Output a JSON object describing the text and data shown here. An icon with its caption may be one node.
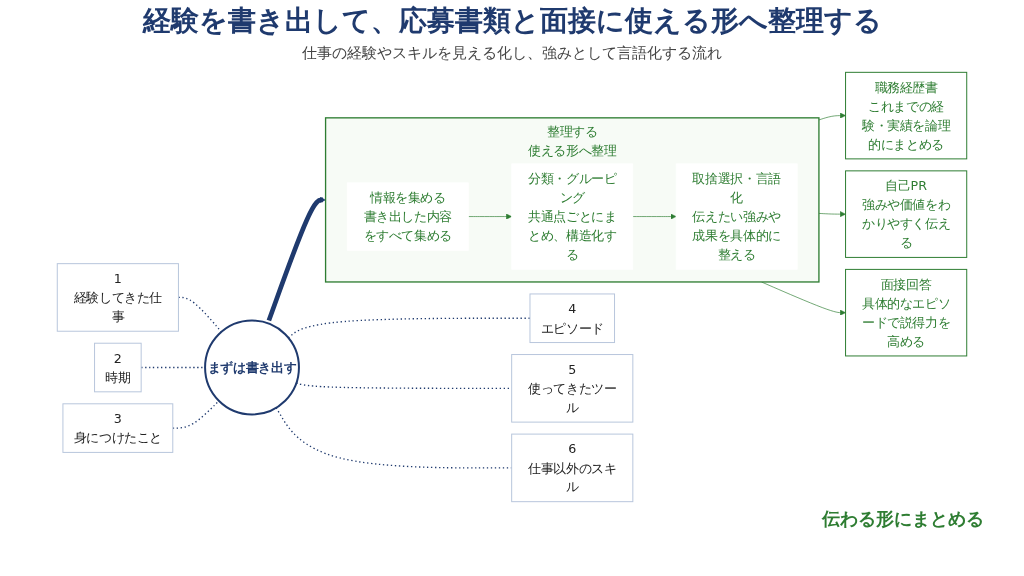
{
  "diagram": {
    "title": "経験を書き出して、応募書類と面接に使える形へ整理する",
    "nodes": [
      {
        "text": [
          "まずは書き出す"
        ]
      },
      {
        "text": [
          "1",
          "経験してきた仕事"
        ]
      },
      {
        "text": [
          "2",
          "時期"
        ]
      },
      {
        "text": [
          "3",
          "身につけたこと"
        ]
      },
      {
        "text": [
          "4",
          "エピソード"
        ]
      },
      {
        "text": [
          "5",
          "使ってきたツール"
        ]
      },
      {
        "text": [
          "6",
          "仕事以外のスキル"
        ]
      },
      {
        "text": [
          "整理する",
          "使える形へ整理"
        ]
      },
      {
        "text": [
          "情報を集める",
          "書き出した内容をすべて集める"
        ],
        "in": 7
      },
      {
        "text": [
          "分類・グルーピング",
          "共通点ごとにまとめ、構造化する"
        ],
        "in": 7
      },
      {
        "text": [
          "取捨選択・言語化",
          "伝えたい強みや成果を具体的に整える"
        ],
        "in": 7
      },
      {
        "text": [
          "職務経歴書",
          "これまでの経験・実績を論理的にまとめる"
        ]
      },
      {
        "text": [
          "自己PR",
          "強みや価値をわかりやすく伝える"
        ]
      },
      {
        "text": [
          "面接回答",
          "具体的なエピソードで説得力を高める"
        ]
      }
    ],
    "edges": [
      {
        "from": 0,
        "to": 1,
        "arrow": "none",
        "style": "dashed"
      },
      {
        "from": 0,
        "to": 2,
        "arrow": "none",
        "style": "dashed"
      },
      {
        "from": 0,
        "to": 3,
        "arrow": "none",
        "style": "dashed"
      },
      {
        "from": 0,
        "to": 4,
        "arrow": "none",
        "style": "dashed"
      },
      {
        "from": 0,
        "to": 5,
        "arrow": "none",
        "style": "dashed"
      },
      {
        "from": 0,
        "to": 6,
        "arrow": "none",
        "style": "dashed"
      },
      {
        "from": 0,
        "to": 7,
        "arrow": "to",
        "style": "thick",
        "color": "#1f3a6e"
      },
      {
        "from": 8,
        "to": 9,
        "arrow": "to"
      },
      {
        "from": 9,
        "to": 10,
        "arrow": "to"
      },
      {
        "from": 7,
        "to": 11,
        "arrow": "to"
      },
      {
        "from": 7,
        "to": 12,
        "arrow": "to"
      },
      {
        "from": 7,
        "to": 13,
        "arrow": "to"
      }
    ],
    "labels": [
      "仕事の経験やスキルを見える化し、強みとして言語化する流れ",
      "伝わる形にまとめる"
    ]
  }
}
